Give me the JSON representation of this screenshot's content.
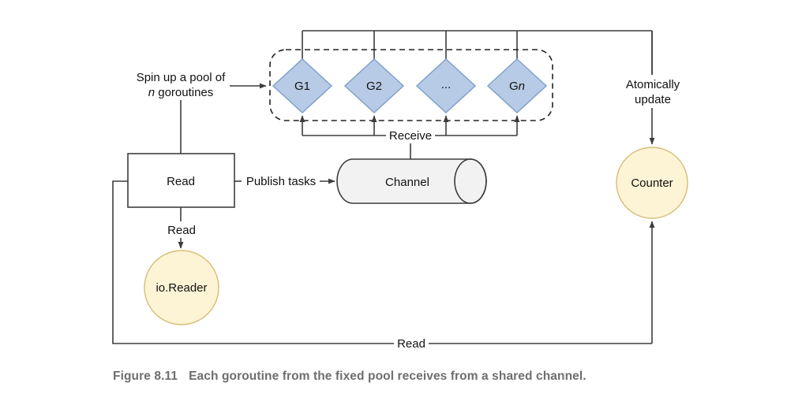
{
  "colors": {
    "line": "#3d3d3d",
    "dash_line": "#222222",
    "diamond_fill": "#b7cbe6",
    "diamond_stroke": "#7fa1c9",
    "node_fill": "#fdf4d5",
    "node_stroke": "#d8bd78",
    "cylinder_fill": "#f2f2f2",
    "text_color": "#111111",
    "caption_color": "#6e6e6e"
  },
  "labels": {
    "pool_note_line1": "Spin up a pool of",
    "pool_note_italic_n": "n",
    "pool_note_line2": " goroutines",
    "goroutine_1": "G1",
    "goroutine_2": "G2",
    "goroutine_dots": "...",
    "goroutine_n_prefix": "G",
    "goroutine_n_italic": "n",
    "receive": "Receive",
    "publish_tasks": "Publish tasks",
    "read_box": "Read",
    "read_down": "Read",
    "io_reader": "io.Reader",
    "channel": "Channel",
    "atomically_line1": "Atomically",
    "atomically_line2": "update",
    "counter": "Counter",
    "read_bottom": "Read"
  },
  "caption": {
    "figure": "Figure 8.11",
    "text": "Each goroutine from the fixed pool receives from a shared channel."
  }
}
